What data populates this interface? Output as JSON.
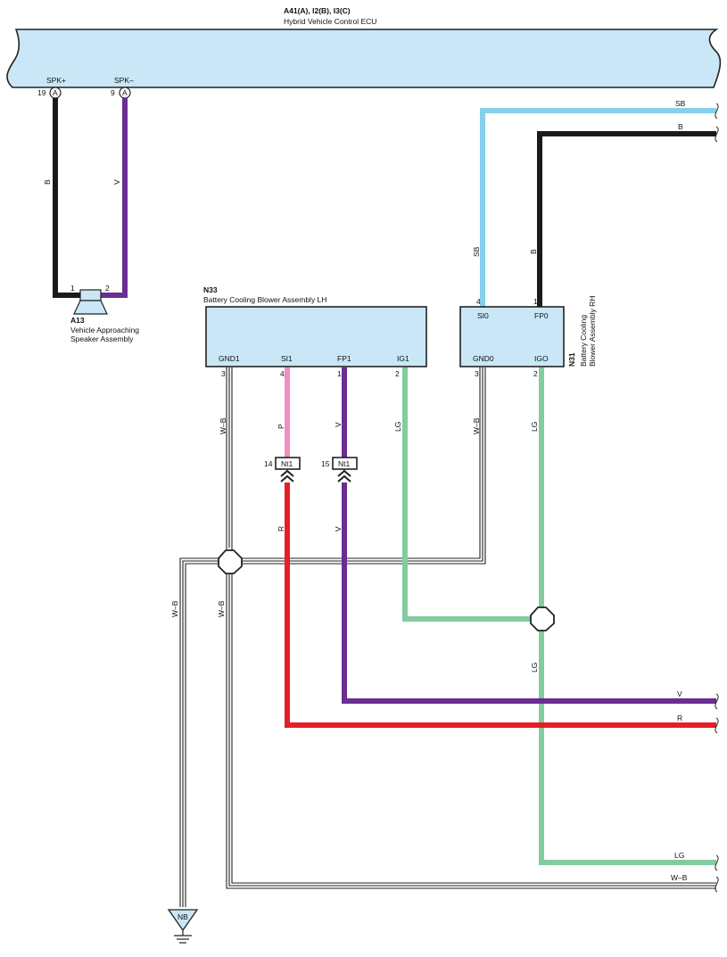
{
  "colors": {
    "B": "#1a1a1a",
    "V": "#6a2d91",
    "SB": "#86d0ee",
    "P": "#f08ec0",
    "LG": "#82cca0",
    "R": "#e41f26",
    "W-B": "#222222",
    "component_fill": "#c9e7f6"
  },
  "ecu": {
    "code": "A41(A), I2(B), I3(C)",
    "name": "Hybrid Vehicle Control ECU",
    "pins": [
      {
        "label": "SPK+",
        "num": "19",
        "conn": "A"
      },
      {
        "label": "SPK–",
        "num": "9",
        "conn": "A"
      }
    ]
  },
  "speaker": {
    "code": "A13",
    "name_line1": "Vehicle Approaching",
    "name_line2": "Speaker Assembly",
    "pin1": "1",
    "pin2": "2"
  },
  "blower_lh": {
    "code": "N33",
    "name": "Battery Cooling Blower Assembly LH",
    "pins": [
      {
        "label": "GND1",
        "num": "3"
      },
      {
        "label": "SI1",
        "num": "4"
      },
      {
        "label": "FP1",
        "num": "1"
      },
      {
        "label": "IG1",
        "num": "2"
      }
    ]
  },
  "blower_rh": {
    "code": "N31",
    "name_line1": "Battery Cooling",
    "name_line2": "Blower Assembly RH",
    "top_pins": [
      {
        "label": "SI0",
        "num": "4"
      },
      {
        "label": "FP0",
        "num": "1"
      }
    ],
    "bottom_pins": [
      {
        "label": "GND0",
        "num": "3"
      },
      {
        "label": "IGO",
        "num": "2"
      }
    ]
  },
  "connectors": [
    {
      "num": "14",
      "label": "Nt1"
    },
    {
      "num": "15",
      "label": "Nt1"
    }
  ],
  "wire_labels": {
    "spk_plus": "B",
    "spk_minus": "V",
    "sb_top": "SB",
    "b_top": "B",
    "sb_vert": "SB",
    "b_vert": "B",
    "gnd1": "W–B",
    "si1": "P",
    "fp1": "V",
    "ig1": "LG",
    "gnd0": "W–B",
    "igo": "LG",
    "si1_lower": "R",
    "fp1_lower": "V",
    "ground_left": "W–B",
    "ground_mid": "W–B",
    "igo_lower": "LG",
    "out_v": "V",
    "out_r": "R",
    "out_lg": "LG",
    "out_wb": "W–B"
  },
  "ground": {
    "label": "NB"
  }
}
